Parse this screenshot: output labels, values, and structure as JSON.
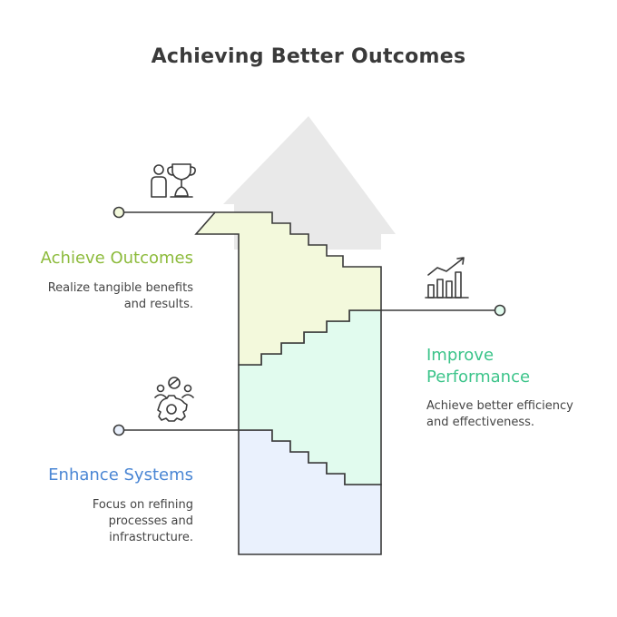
{
  "title": "Achieving Better Outcomes",
  "steps": [
    {
      "heading": "Achieve Outcomes",
      "description_lines": [
        "Realize tangible benefits",
        "and results."
      ],
      "color": "#8dbb3c",
      "fill": "#f3f9dc",
      "icon": "person-trophy-icon"
    },
    {
      "heading_lines": [
        "Improve",
        "Performance"
      ],
      "description_lines": [
        "Achieve better efficiency",
        "and effectiveness."
      ],
      "color": "#3cc48a",
      "fill": "#e1fbee",
      "icon": "growth-chart-icon"
    },
    {
      "heading": "Enhance Systems",
      "description_lines": [
        "Focus on refining",
        "processes and",
        "infrastructure."
      ],
      "color": "#4a86d4",
      "fill": "#eaf1fd",
      "icon": "team-gear-icon"
    }
  ],
  "arrow_color": "#e9e9e9",
  "line_color": "#3a3a3a"
}
